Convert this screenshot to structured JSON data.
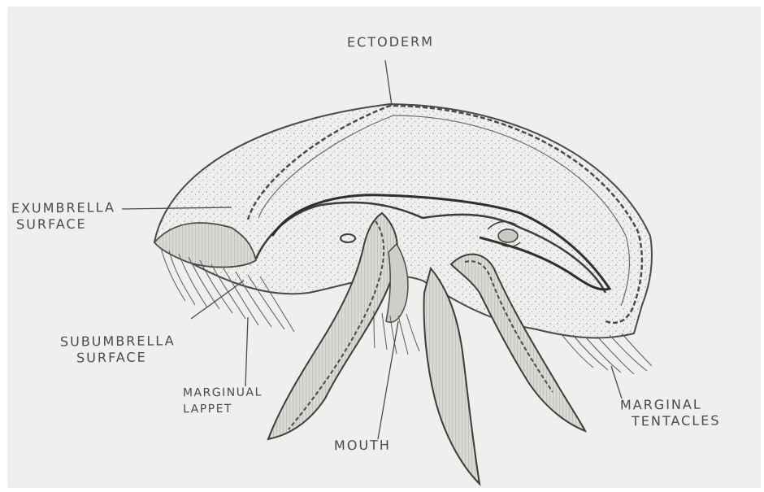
{
  "labels": {
    "ectoderm": "ECTODERM",
    "exumbrella_line1": "EXUMBRELLA",
    "exumbrella_line2": "SURFACE",
    "subumbrella_line1": "SUBUMBRELLA",
    "subumbrella_line2": "SURFACE",
    "marginal_lappet_line1": "MARGINUAL",
    "marginal_lappet_line2": "LAPPET",
    "mouth": "MOUTH",
    "marginal_tentacles_line1": "MARGINAL",
    "marginal_tentacles_line2": "TENTACLES"
  },
  "colors": {
    "paper": "#efefed",
    "pencil": "#4a4a4a",
    "shading": "#bdbdb8"
  }
}
